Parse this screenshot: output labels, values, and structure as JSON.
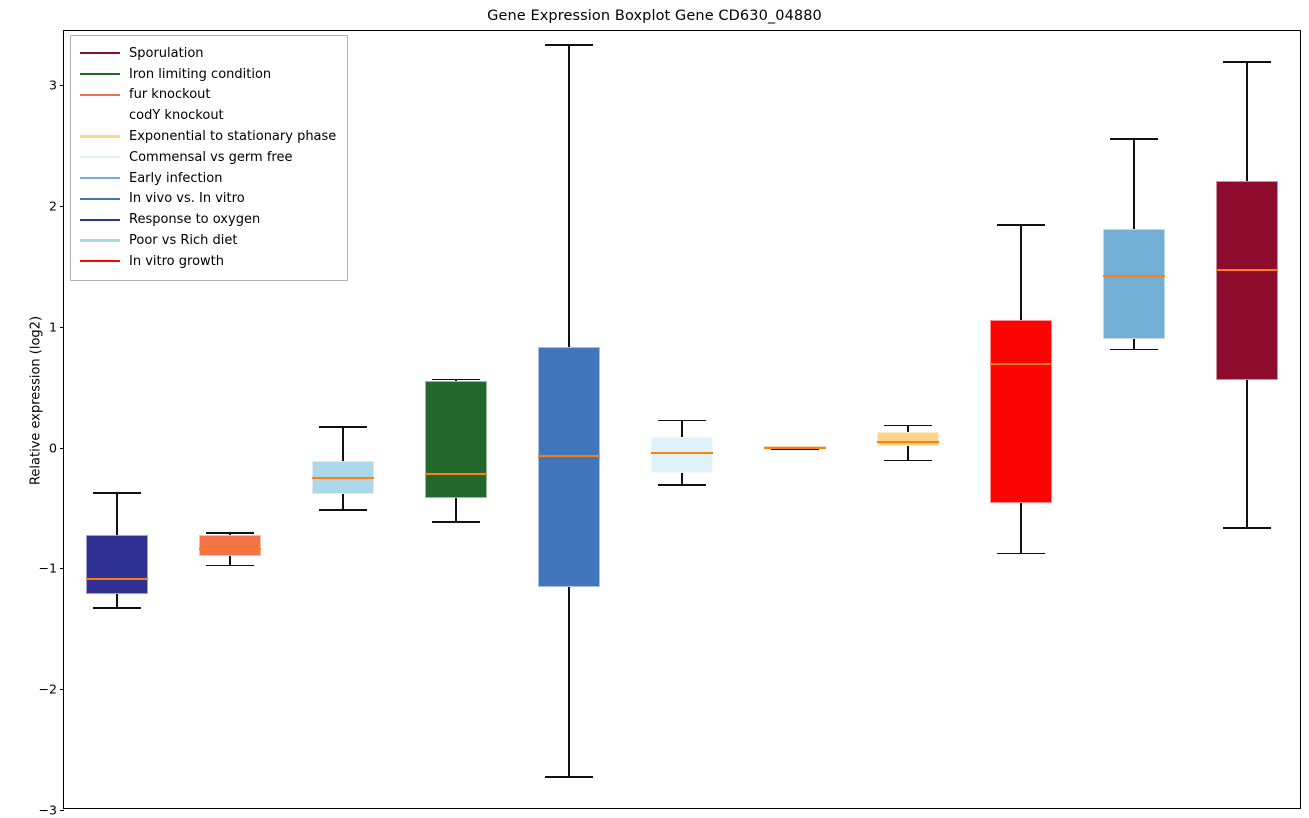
{
  "chart_data": {
    "type": "box",
    "title": "Gene Expression Boxplot Gene CD630_04880",
    "xlabel": "",
    "ylabel": "Relative expression (log2)",
    "ylim": [
      -3.0,
      3.45
    ],
    "yticks": [
      3,
      2,
      1,
      0,
      -1,
      -2,
      -3
    ],
    "ytick_labels": [
      "3",
      "2",
      "1",
      "0",
      "−1",
      "−2",
      "−3"
    ],
    "grid": false,
    "median_color": "#ff7f0e",
    "whisker_color": "#111111",
    "legend_position": "upper left",
    "legend_entries": [
      {
        "label": "Sporulation",
        "color": "#8e0b2e"
      },
      {
        "label": "Iron limiting condition",
        "color": "#24672c"
      },
      {
        "label": "fur knockout",
        "color": "#f2724a"
      },
      {
        "label": "codY knockout",
        "color": "#f9a košt"
      },
      {
        "label": "Exponential to stationary phase",
        "color": "#fcd58a"
      },
      {
        "label": "Commensal vs germ free",
        "color": "#e0f2f9"
      },
      {
        "label": "Early infection",
        "color": "#73aed4"
      },
      {
        "label": "In vivo vs. In vitro",
        "color": "#4176bd"
      },
      {
        "label": "Response to oxygen",
        "color": "#2e3191"
      },
      {
        "label": "Poor vs Rich diet",
        "color": "#aed8ea"
      },
      {
        "label": "In vitro growth",
        "color": "#fc0404"
      }
    ],
    "boxes": [
      {
        "name": "Response to oxygen",
        "color": "#2e3191",
        "center": 116,
        "whisker_high": -0.37,
        "q3": -0.72,
        "median": -1.09,
        "q1": -1.21,
        "whisker_low": -1.32
      },
      {
        "name": "fur knockout",
        "color": "#f2724a",
        "center": 229,
        "whisker_high": -0.7,
        "q3": -0.72,
        "median": -0.84,
        "q1": -0.9,
        "whisker_low": -0.97
      },
      {
        "name": "Poor vs Rich diet",
        "color": "#aed8ea",
        "center": 342,
        "whisker_high": 0.18,
        "q3": -0.11,
        "median": -0.25,
        "q1": -0.38,
        "whisker_low": -0.51
      },
      {
        "name": "Iron limiting condition",
        "color": "#24672c",
        "center": 455,
        "whisker_high": 0.57,
        "q3": 0.55,
        "median": -0.22,
        "q1": -0.42,
        "whisker_low": -0.61
      },
      {
        "name": "In vivo vs. In vitro",
        "color": "#4176bd",
        "center": 568,
        "whisker_high": 3.34,
        "q3": 0.83,
        "median": -0.07,
        "q1": -1.15,
        "whisker_low": -2.72
      },
      {
        "name": "Commensal vs germ free",
        "color": "#e0f2f9",
        "center": 681,
        "whisker_high": 0.23,
        "q3": 0.09,
        "median": -0.04,
        "q1": -0.21,
        "whisker_low": -0.3
      },
      {
        "name": "codY knockout",
        "color": "#f9a03c",
        "center": 794,
        "whisker_high": 0.01,
        "q3": 0.01,
        "median": 0.0,
        "q1": -0.01,
        "whisker_low": -0.01
      },
      {
        "name": "Exponential to stationary phase",
        "color": "#fcd58a",
        "center": 907,
        "whisker_high": 0.19,
        "q3": 0.13,
        "median": 0.05,
        "q1": 0.01,
        "whisker_low": -0.1
      },
      {
        "name": "In vitro growth",
        "color": "#fc0404",
        "center": 1020,
        "whisker_high": 1.85,
        "q3": 1.06,
        "median": 0.69,
        "q1": -0.46,
        "whisker_low": -0.87
      },
      {
        "name": "Early infection",
        "color": "#73aed4",
        "center": 1133,
        "whisker_high": 2.56,
        "q3": 1.81,
        "median": 1.42,
        "q1": 0.9,
        "whisker_low": 0.82
      },
      {
        "name": "Sporulation",
        "color": "#8e0b2e",
        "center": 1246,
        "whisker_high": 3.2,
        "q3": 2.21,
        "median": 1.47,
        "q1": 0.56,
        "whisker_low": -0.66
      }
    ]
  }
}
